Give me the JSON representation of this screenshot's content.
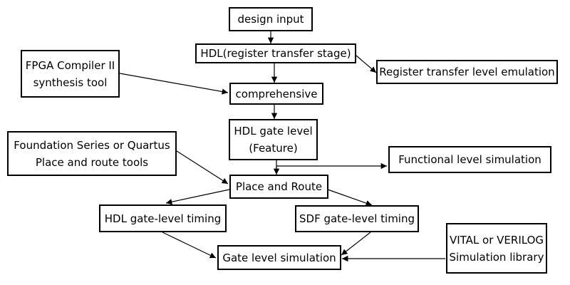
{
  "nodes": {
    "design_input": {
      "lines": [
        "design input"
      ]
    },
    "hdl_rtl": {
      "lines": [
        "HDL(register transfer stage)"
      ]
    },
    "rtl_emulation": {
      "lines": [
        "Register transfer level emulation"
      ]
    },
    "fpga_compiler": {
      "lines": [
        "FPGA Compiler II",
        "synthesis tool"
      ]
    },
    "comprehensive": {
      "lines": [
        "comprehensive"
      ]
    },
    "hdl_gate_level": {
      "lines": [
        "HDL gate level",
        "(Feature)"
      ]
    },
    "foundation": {
      "lines": [
        "Foundation Series or Quartus",
        "Place and route tools"
      ]
    },
    "functional_sim": {
      "lines": [
        "Functional level simulation"
      ]
    },
    "place_route": {
      "lines": [
        "Place and Route"
      ]
    },
    "hdl_timing": {
      "lines": [
        "HDL gate-level timing"
      ]
    },
    "sdf_timing": {
      "lines": [
        "SDF gate-level timing"
      ]
    },
    "vital_lib": {
      "lines": [
        "VITAL or VERILOG",
        "Simulation library"
      ]
    },
    "gate_sim": {
      "lines": [
        "Gate level simulation"
      ]
    }
  },
  "edges": [
    {
      "from": "design_input",
      "to": "hdl_rtl"
    },
    {
      "from": "hdl_rtl",
      "to": "rtl_emulation"
    },
    {
      "from": "hdl_rtl",
      "to": "comprehensive"
    },
    {
      "from": "fpga_compiler",
      "to": "comprehensive"
    },
    {
      "from": "comprehensive",
      "to": "hdl_gate_level"
    },
    {
      "from": "hdl_gate_level",
      "to": "place_route"
    },
    {
      "from": "hdl_gate_level",
      "to": "functional_sim"
    },
    {
      "from": "foundation",
      "to": "place_route"
    },
    {
      "from": "place_route",
      "to": "hdl_timing"
    },
    {
      "from": "place_route",
      "to": "sdf_timing"
    },
    {
      "from": "hdl_timing",
      "to": "gate_sim"
    },
    {
      "from": "sdf_timing",
      "to": "gate_sim"
    },
    {
      "from": "vital_lib",
      "to": "gate_sim"
    }
  ]
}
